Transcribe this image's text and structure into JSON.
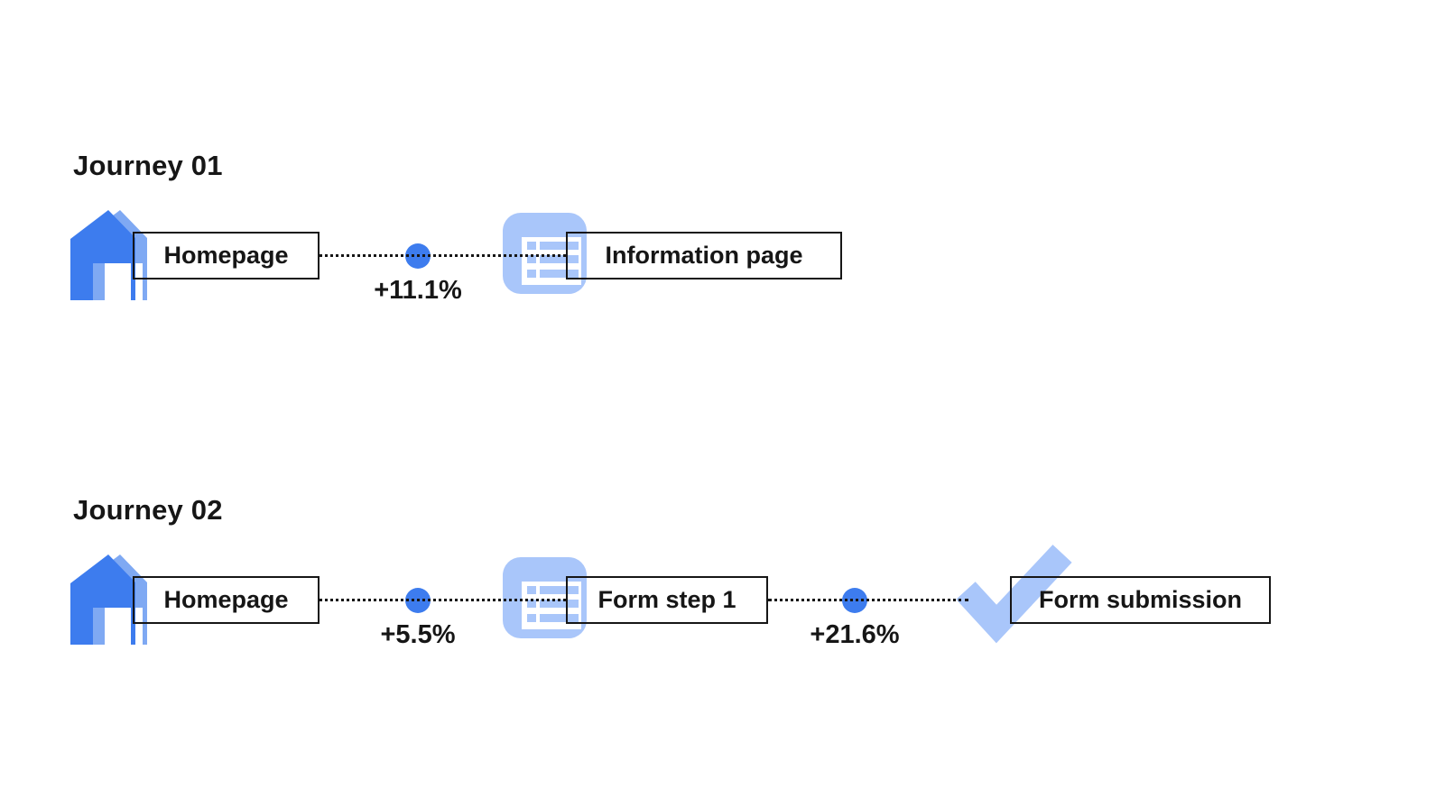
{
  "colors": {
    "primary_blue": "#3D7CEE",
    "house_shadow_blue": "#7FA9F3",
    "light_blue": "#A9C6FA",
    "ink": "#161616",
    "background": "#FFFFFF"
  },
  "journeys": [
    {
      "title": "Journey 01",
      "steps": [
        {
          "icon": "home-icon",
          "label": "Homepage"
        },
        {
          "icon": "information-page-icon",
          "label": "Information page"
        }
      ],
      "transitions": [
        {
          "value": "+11.1%"
        }
      ]
    },
    {
      "title": "Journey 02",
      "steps": [
        {
          "icon": "home-icon",
          "label": "Homepage"
        },
        {
          "icon": "information-page-icon",
          "label": "Form step 1"
        },
        {
          "icon": "check-icon",
          "label": "Form submission"
        }
      ],
      "transitions": [
        {
          "value": "+5.5%"
        },
        {
          "value": "+21.6%"
        }
      ]
    }
  ]
}
